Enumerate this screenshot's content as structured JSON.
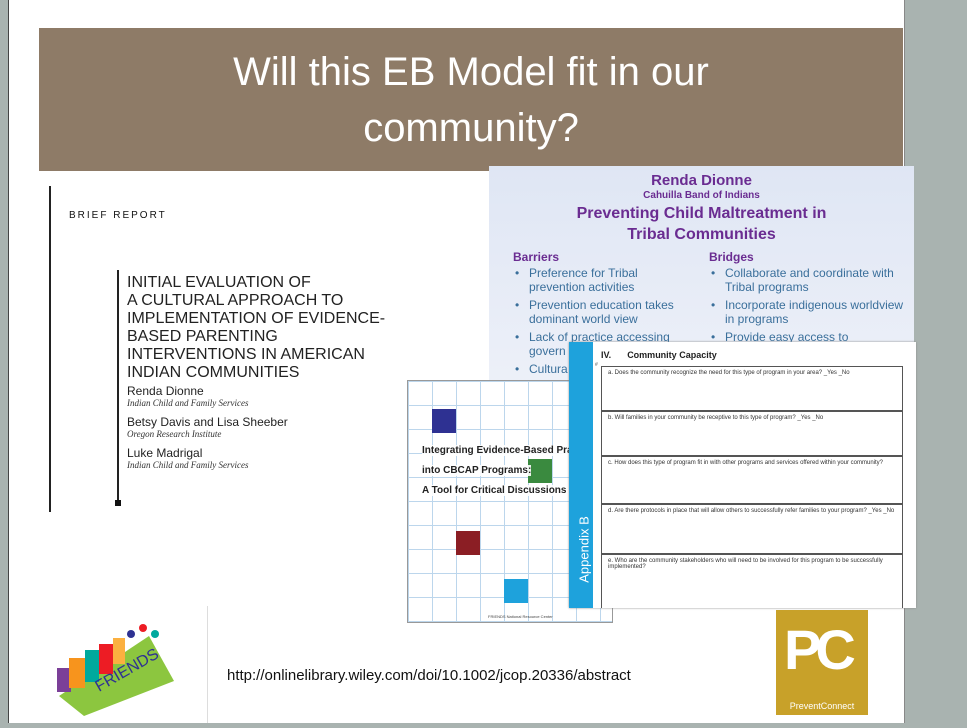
{
  "title": {
    "line1": "Will this EB Model fit in our",
    "line2": "community?"
  },
  "brief_report": {
    "tag": "BRIEF REPORT",
    "heading": [
      "INITIAL EVALUATION OF",
      "A CULTURAL APPROACH TO",
      "IMPLEMENTATION OF EVIDENCE-",
      "BASED PARENTING",
      "INTERVENTIONS IN AMERICAN",
      "INDIAN COMMUNITIES"
    ],
    "authors": [
      {
        "name": "Renda Dionne",
        "affiliation": "Indian Child and Family Services"
      },
      {
        "name": "Betsy Davis and Lisa Sheeber",
        "affiliation": "Oregon Research Institute"
      },
      {
        "name": "Luke Madrigal",
        "affiliation": "Indian Child and Family Services"
      }
    ]
  },
  "renda_slide": {
    "name": "Renda Dionne",
    "tribe": "Cahuilla Band of Indians",
    "title_line1": "Preventing Child Maltreatment in",
    "title_line2": "Tribal Communities",
    "barriers_heading": "Barriers",
    "barriers": [
      "Preference for Tribal prevention activities",
      "Prevention education takes dominant world view",
      "Lack of practice accessing govern",
      "Cultura"
    ],
    "bridges_heading": "Bridges",
    "bridges": [
      "Collaborate and coordinate with Tribal programs",
      "Incorporate indigenous worldview in programs",
      "Provide easy access to"
    ]
  },
  "cbcap": {
    "line1": "Integrating Evidence-Based Practic",
    "line2": "into CBCAP Programs:",
    "line3": "A Tool for Critical Discussions",
    "footer": "FRIENDS National Resource Center",
    "square_colors": [
      "#2e3192",
      "#3a8a3f",
      "#8b1e24",
      "#1ea2dc"
    ]
  },
  "capacity": {
    "side_label": "Appendix B",
    "section_number": "IV.",
    "section_title": "Community Capacity",
    "star": "#",
    "questions": [
      "a.   Does the community recognize the need for this type of program in your area? _Yes _No",
      "b.  Will families in your community be receptive to this type of program? _Yes _No",
      "c.   How does this type of program fit in with other programs and services offered within your community?",
      "d.   Are there protocols in place that will allow others to successfully refer families to your program? _Yes _No",
      "e.  Who are the community stakeholders who will need to be involved for this program to be successfully implemented?"
    ]
  },
  "friends_logo": {
    "text": "FRIENDS"
  },
  "url": "http://onlinelibrary.wiley.com/doi/10.1002/jcop.20336/abstract",
  "pc_logo": {
    "letters": "PC",
    "label": "PreventConnect"
  }
}
